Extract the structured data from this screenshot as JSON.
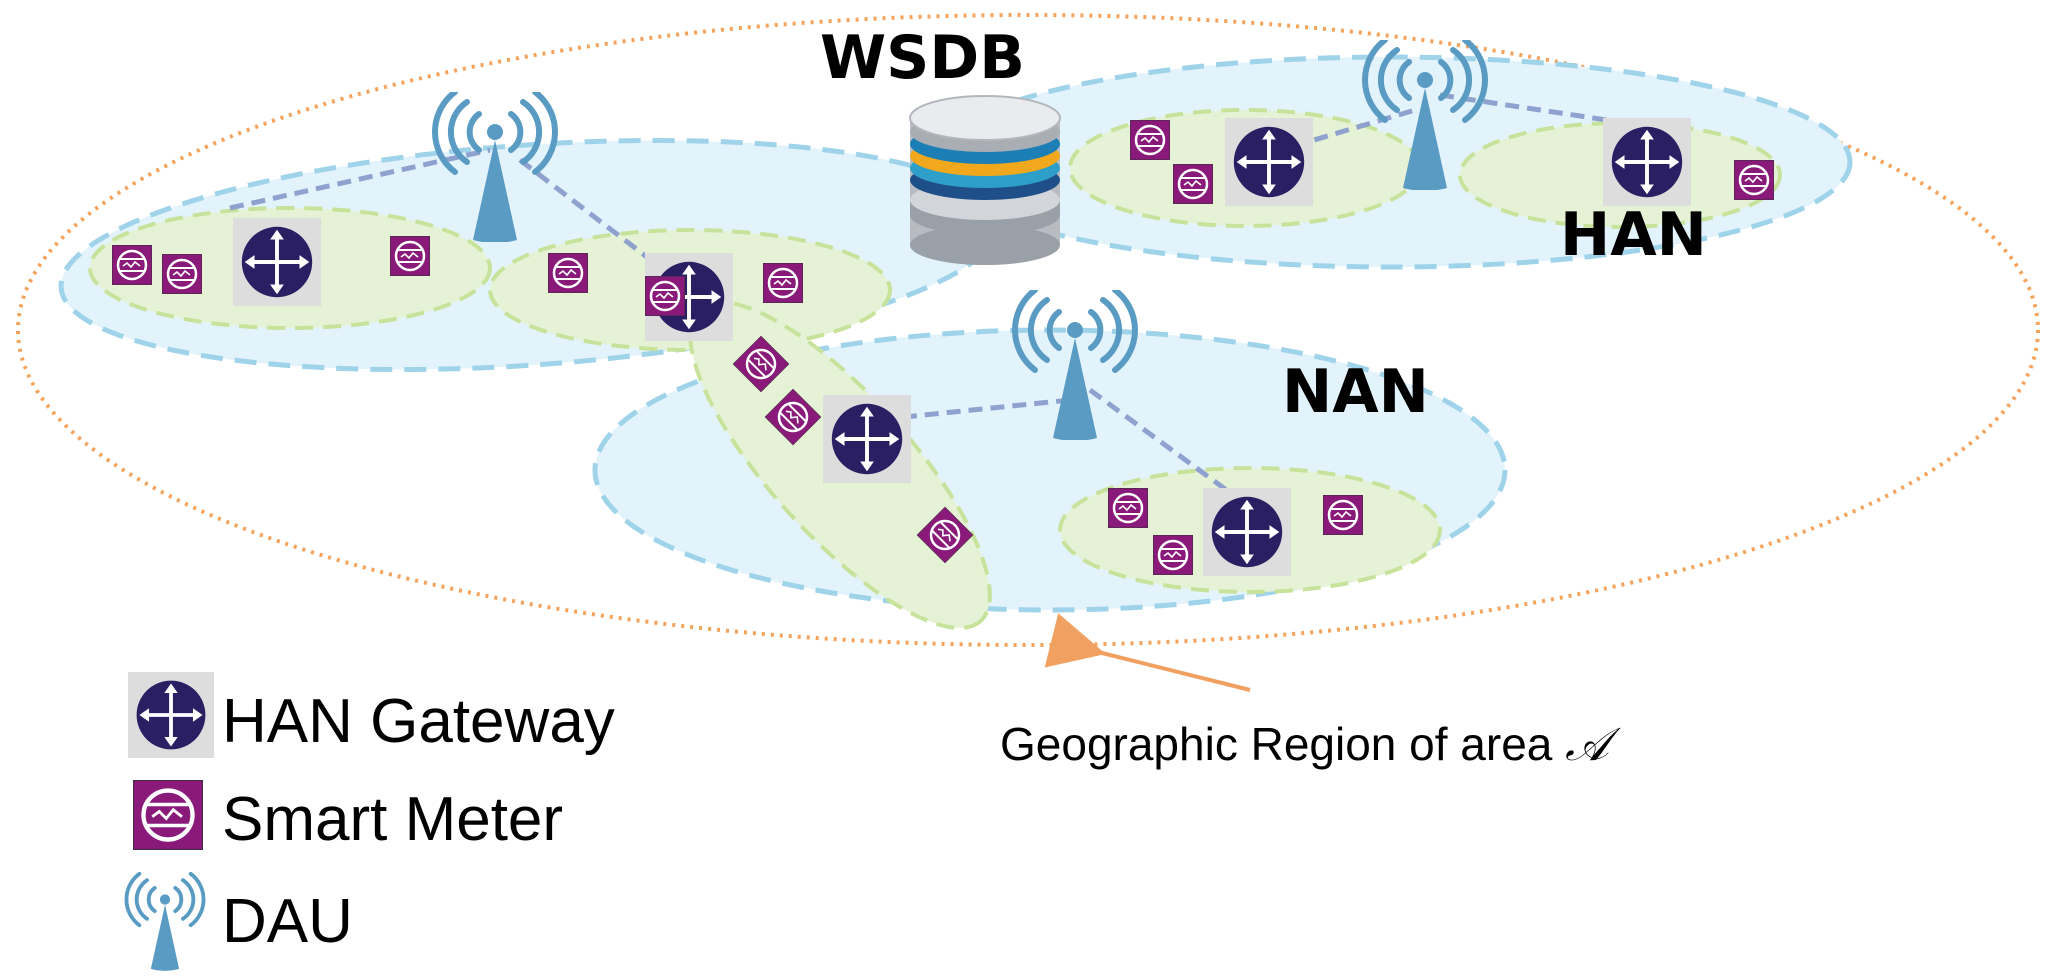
{
  "labels": {
    "wsdb": "WSDB",
    "han": "HAN",
    "nan": "NAN",
    "region": "Geographic Region of area",
    "region_symbol": "𝒜"
  },
  "legend": [
    {
      "icon": "han-gateway-icon",
      "label": "HAN Gateway"
    },
    {
      "icon": "smart-meter-icon",
      "label": "Smart Meter"
    },
    {
      "icon": "dau-icon",
      "label": "DAU"
    }
  ],
  "colors": {
    "region_border": "#f5a35c",
    "nan_fill": "#e3f3fb",
    "nan_border": "#9fd3ea",
    "han_fill": "#e6f2d6",
    "han_border": "#c7e29a",
    "gateway": "#2b1f63",
    "gateway_bg": "#dddddd",
    "meter": "#8a1a7a",
    "dau": "#5a9bc4",
    "link": "#8fa2cf",
    "arrow": "#f0a060"
  }
}
